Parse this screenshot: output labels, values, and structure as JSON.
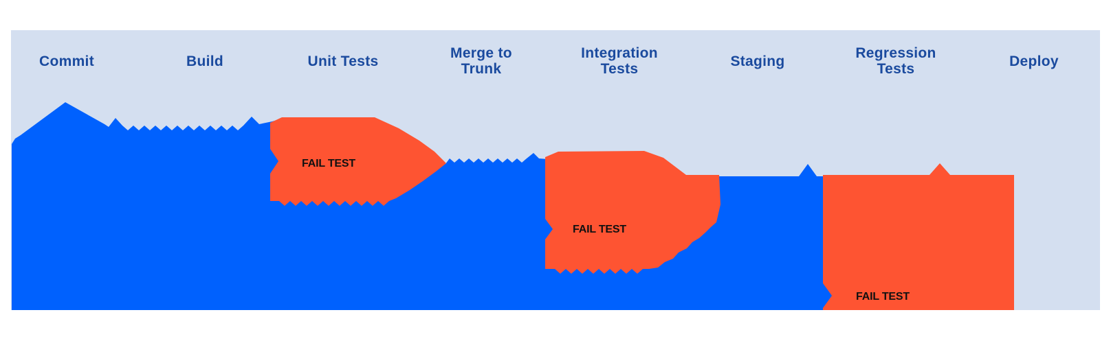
{
  "diagram": {
    "stages": [
      {
        "label": "Commit"
      },
      {
        "label": "Build"
      },
      {
        "label": "Unit Tests"
      },
      {
        "label": "Merge to\nTrunk"
      },
      {
        "label": "Integration\nTests"
      },
      {
        "label": "Staging"
      },
      {
        "label": "Regression\nTests"
      },
      {
        "label": "Deploy"
      }
    ],
    "fail_labels": [
      "FAIL TEST",
      "FAIL TEST",
      "FAIL TEST"
    ],
    "colors": {
      "pipeline_blue": "#0061fe",
      "fail_orange": "#fe5432",
      "panel_background": "#d4dff0",
      "stage_label": "#1a4a9e",
      "fail_label": "#111111",
      "page_background": "#ffffff"
    }
  }
}
